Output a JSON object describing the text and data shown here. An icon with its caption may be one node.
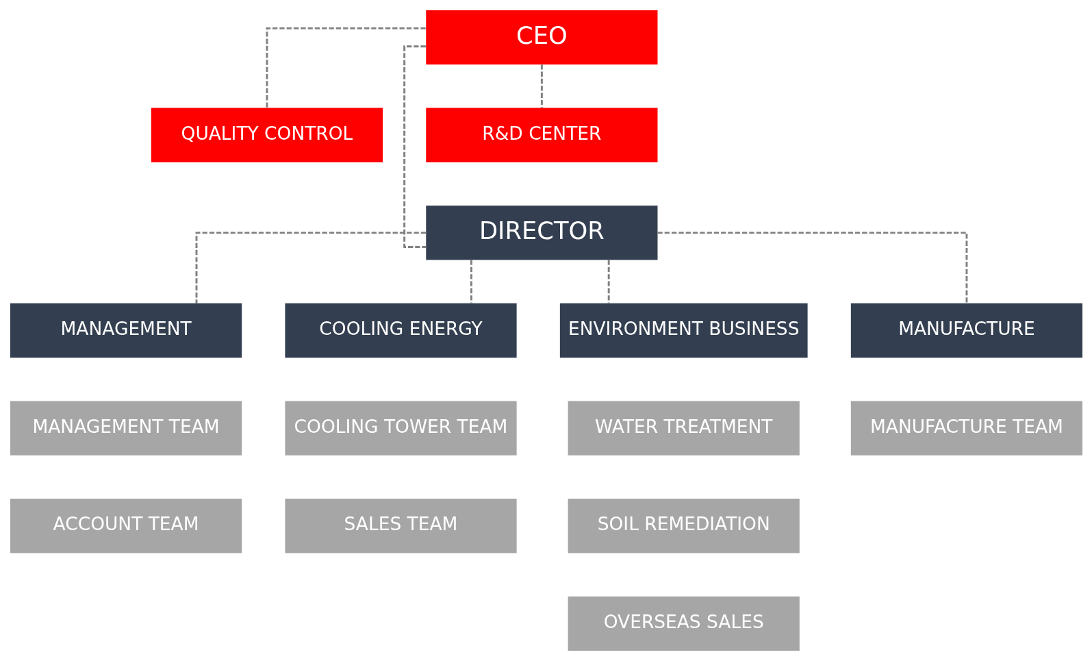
{
  "diagram": {
    "nodes": [
      {
        "text": [
          "CEO"
        ]
      },
      {
        "text": [
          "QUALITY CONTROL"
        ]
      },
      {
        "text": [
          "R&D CENTER"
        ]
      },
      {
        "text": [
          "DIRECTOR"
        ]
      },
      {
        "text": [
          "MANAGEMENT"
        ]
      },
      {
        "text": [
          "COOLING ENERGY"
        ]
      },
      {
        "text": [
          "ENVIRONMENT BUSINESS"
        ]
      },
      {
        "text": [
          "MANUFACTURE"
        ]
      },
      {
        "text": [
          "MANAGEMENT TEAM"
        ]
      },
      {
        "text": [
          "COOLING TOWER TEAM"
        ]
      },
      {
        "text": [
          "WATER TREATMENT"
        ]
      },
      {
        "text": [
          "MANUFACTURE TEAM"
        ]
      },
      {
        "text": [
          "ACCOUNT TEAM"
        ]
      },
      {
        "text": [
          "SALES TEAM"
        ]
      },
      {
        "text": [
          "SOIL REMEDIATION"
        ]
      },
      {
        "text": [
          "OVERSEAS SALES"
        ]
      }
    ],
    "edges": [
      {
        "from": 0,
        "to": 1,
        "arrow": "none",
        "style": "dashed"
      },
      {
        "from": 0,
        "to": 2,
        "arrow": "none",
        "style": "dashed"
      },
      {
        "from": 0,
        "to": 3,
        "arrow": "none",
        "style": "dashed"
      },
      {
        "from": 3,
        "to": 4,
        "arrow": "none",
        "style": "dashed"
      },
      {
        "from": 3,
        "to": 5,
        "arrow": "none",
        "style": "dashed"
      },
      {
        "from": 3,
        "to": 6,
        "arrow": "none",
        "style": "dashed"
      },
      {
        "from": 3,
        "to": 7,
        "arrow": "none",
        "style": "dashed"
      }
    ]
  }
}
